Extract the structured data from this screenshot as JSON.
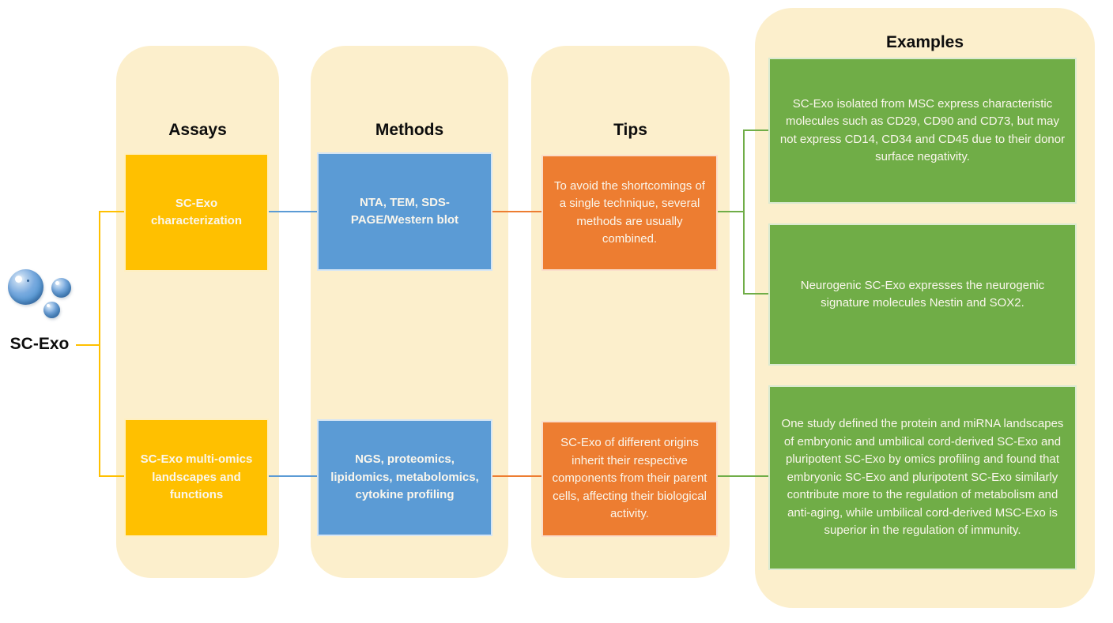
{
  "root_label": "SC-Exo",
  "columns": {
    "assays": {
      "header": "Assays",
      "box1": "SC-Exo characterization",
      "box2": "SC-Exo multi-omics landscapes and functions"
    },
    "methods": {
      "header": "Methods",
      "box1": "NTA, TEM, SDS-PAGE/Western blot",
      "box2": "NGS, proteomics, lipidomics, metabolomics, cytokine profiling"
    },
    "tips": {
      "header": "Tips",
      "box1": "To avoid the shortcomings of a single technique, several methods are usually combined.",
      "box2": "SC-Exo of different origins inherit their respective components from their parent cells, affecting their biological activity."
    },
    "examples": {
      "header": "Examples",
      "box1": "SC-Exo isolated from MSC express characteristic molecules such as CD29, CD90 and CD73, but may not express CD14, CD34 and CD45 due to their donor surface negativity.",
      "box2": "Neurogenic SC-Exo expresses the neurogenic signature molecules Nestin and SOX2.",
      "box3": "One study defined the protein and miRNA landscapes of embryonic and umbilical cord-derived SC-Exo and pluripotent SC-Exo by omics profiling and found that embryonic SC-Exo and pluripotent SC-Exo similarly contribute more to the regulation of metabolism and anti-aging, while umbilical cord-derived MSC-Exo is superior in the regulation of immunity."
    }
  },
  "colors": {
    "column_background": "#FCEFCC",
    "assay_gold": "#FFC000",
    "method_blue": "#5B9BD5",
    "tip_orange": "#ED7D31",
    "example_green": "#70AD47"
  }
}
